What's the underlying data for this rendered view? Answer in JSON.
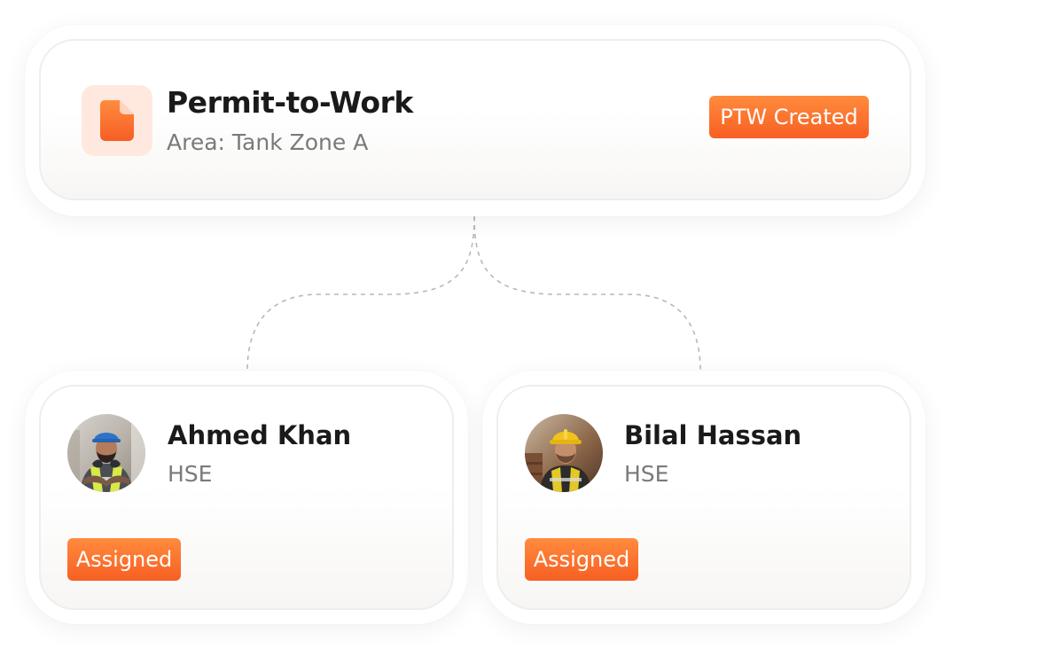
{
  "permit": {
    "icon": "document-icon",
    "title": "Permit-to-Work",
    "area": "Area: Tank Zone A",
    "status": "PTW Created"
  },
  "workers": [
    {
      "name": "Ahmed Khan",
      "role": "HSE",
      "status": "Assigned",
      "avatar": "worker-avatar"
    },
    {
      "name": "Bilal Hassan",
      "role": "HSE",
      "status": "Assigned",
      "avatar": "worker-avatar"
    }
  ],
  "colors": {
    "accent": "#f85f23",
    "accent_light": "#ff8b3d",
    "icon_tile": "#ffe9df",
    "title_text": "#1a1a1a",
    "muted_text": "#7a7a7a",
    "connector": "#b8b8b8"
  }
}
